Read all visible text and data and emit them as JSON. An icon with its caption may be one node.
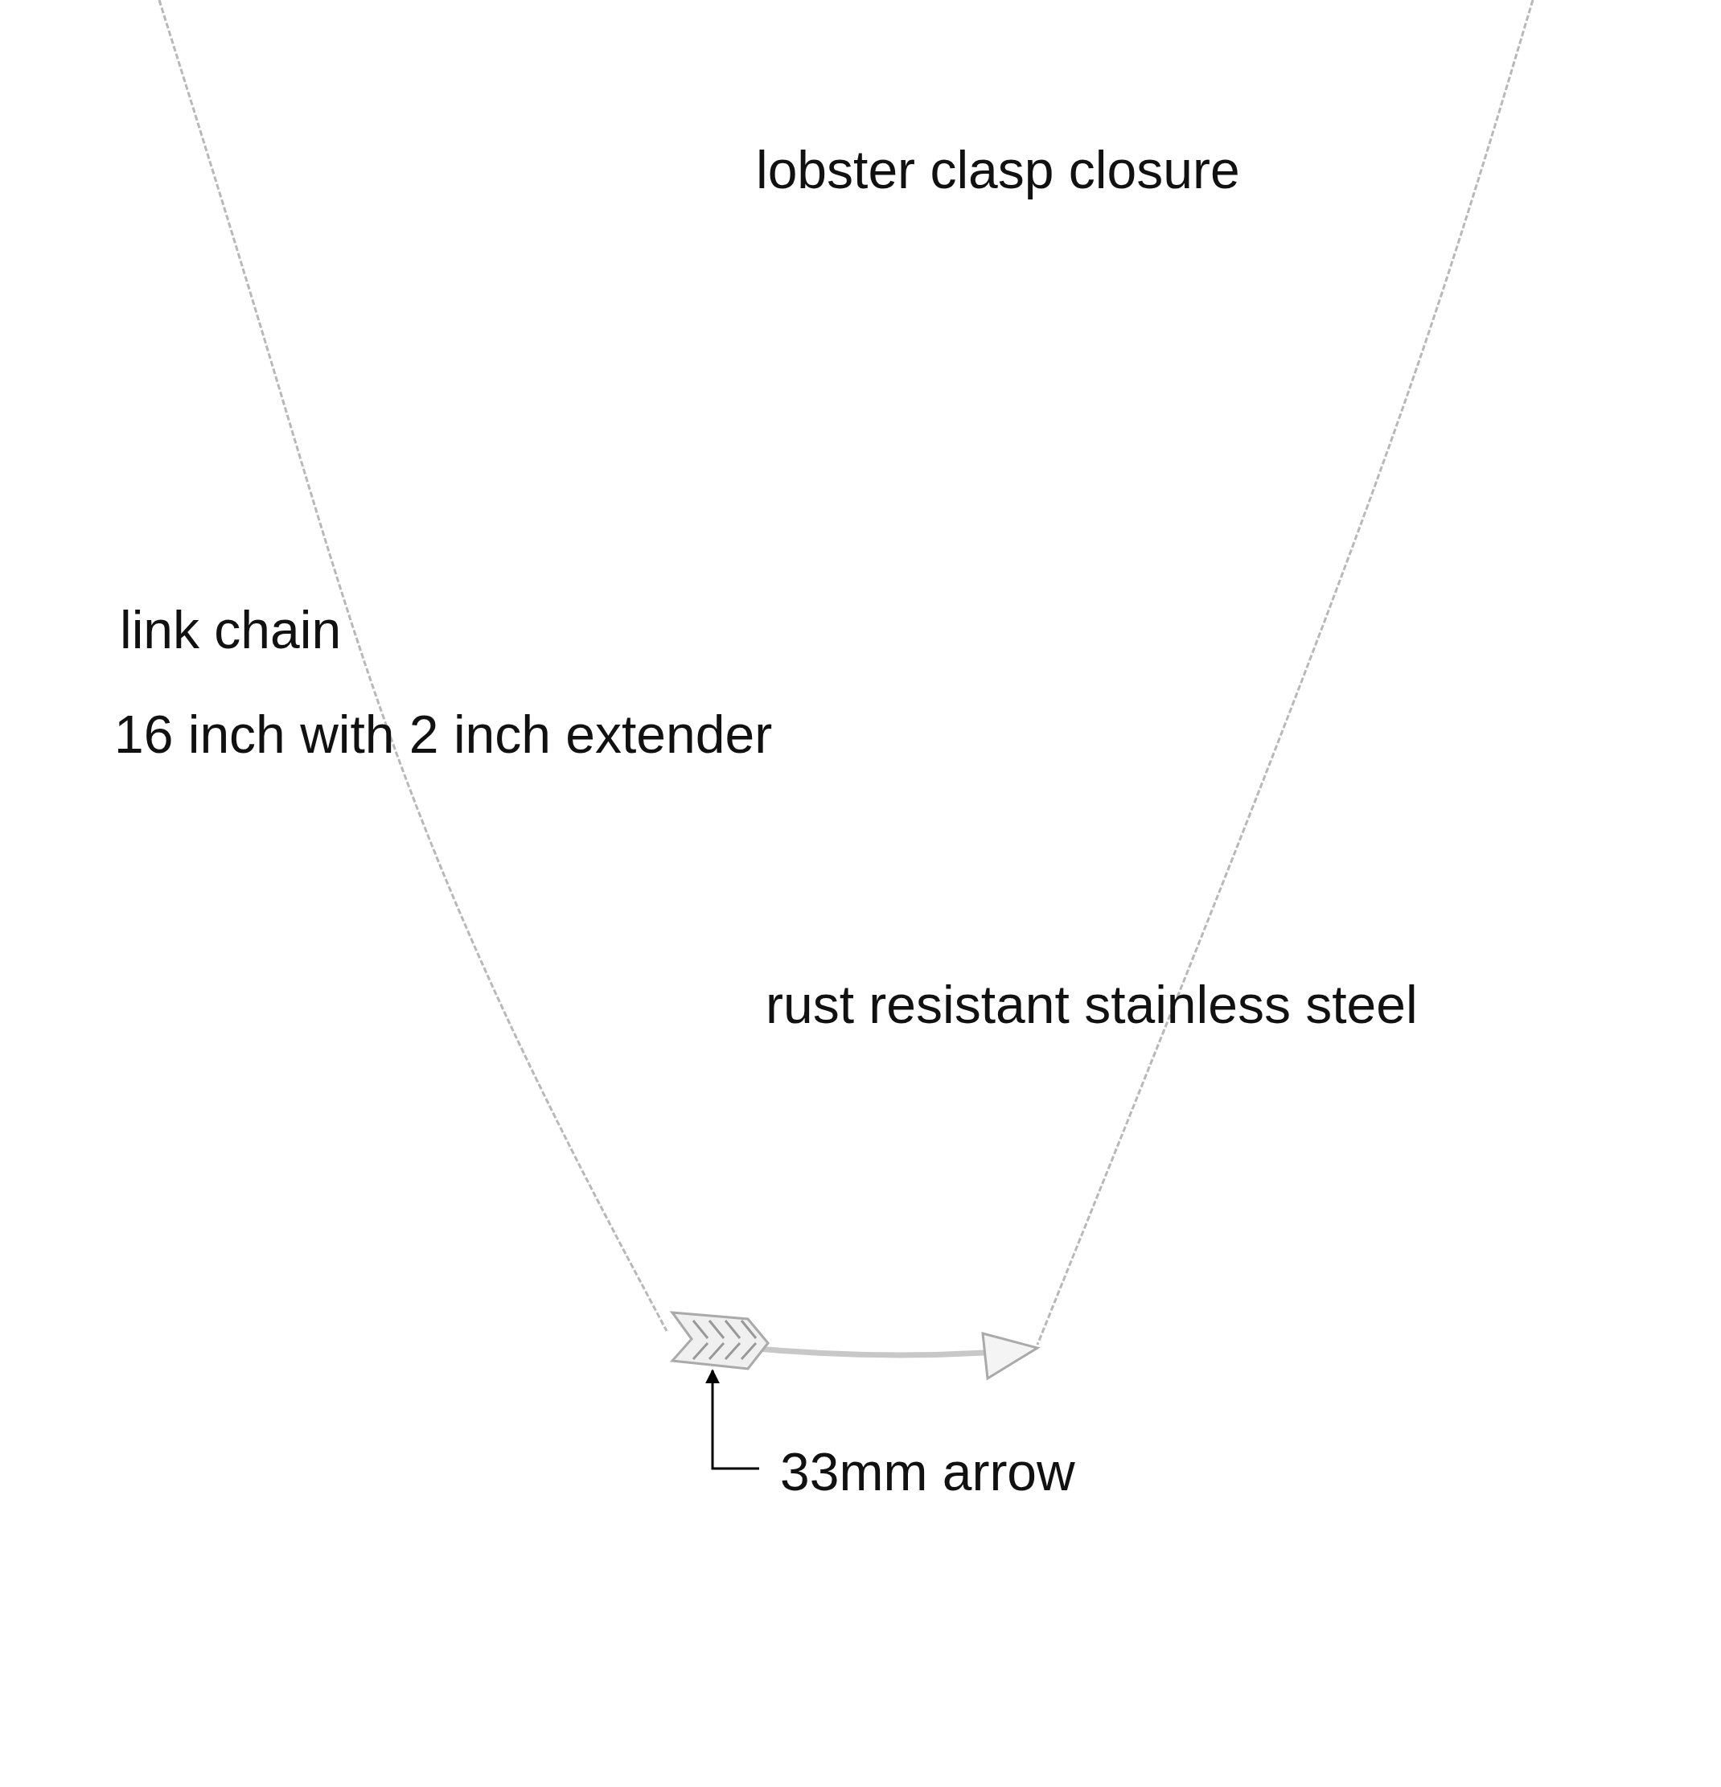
{
  "diagram": {
    "nodes": [
      {
        "text": [
          "33mm arrow"
        ]
      },
      {
        "text": [],
        "shape": "picture"
      }
    ],
    "edges": [
      {
        "from": 0,
        "to": 1,
        "arrow": "to"
      }
    ],
    "labels": [
      "lobster clasp closure",
      "link chain",
      "16 inch with 2 inch extender",
      "rust resistant stainless steel"
    ]
  }
}
